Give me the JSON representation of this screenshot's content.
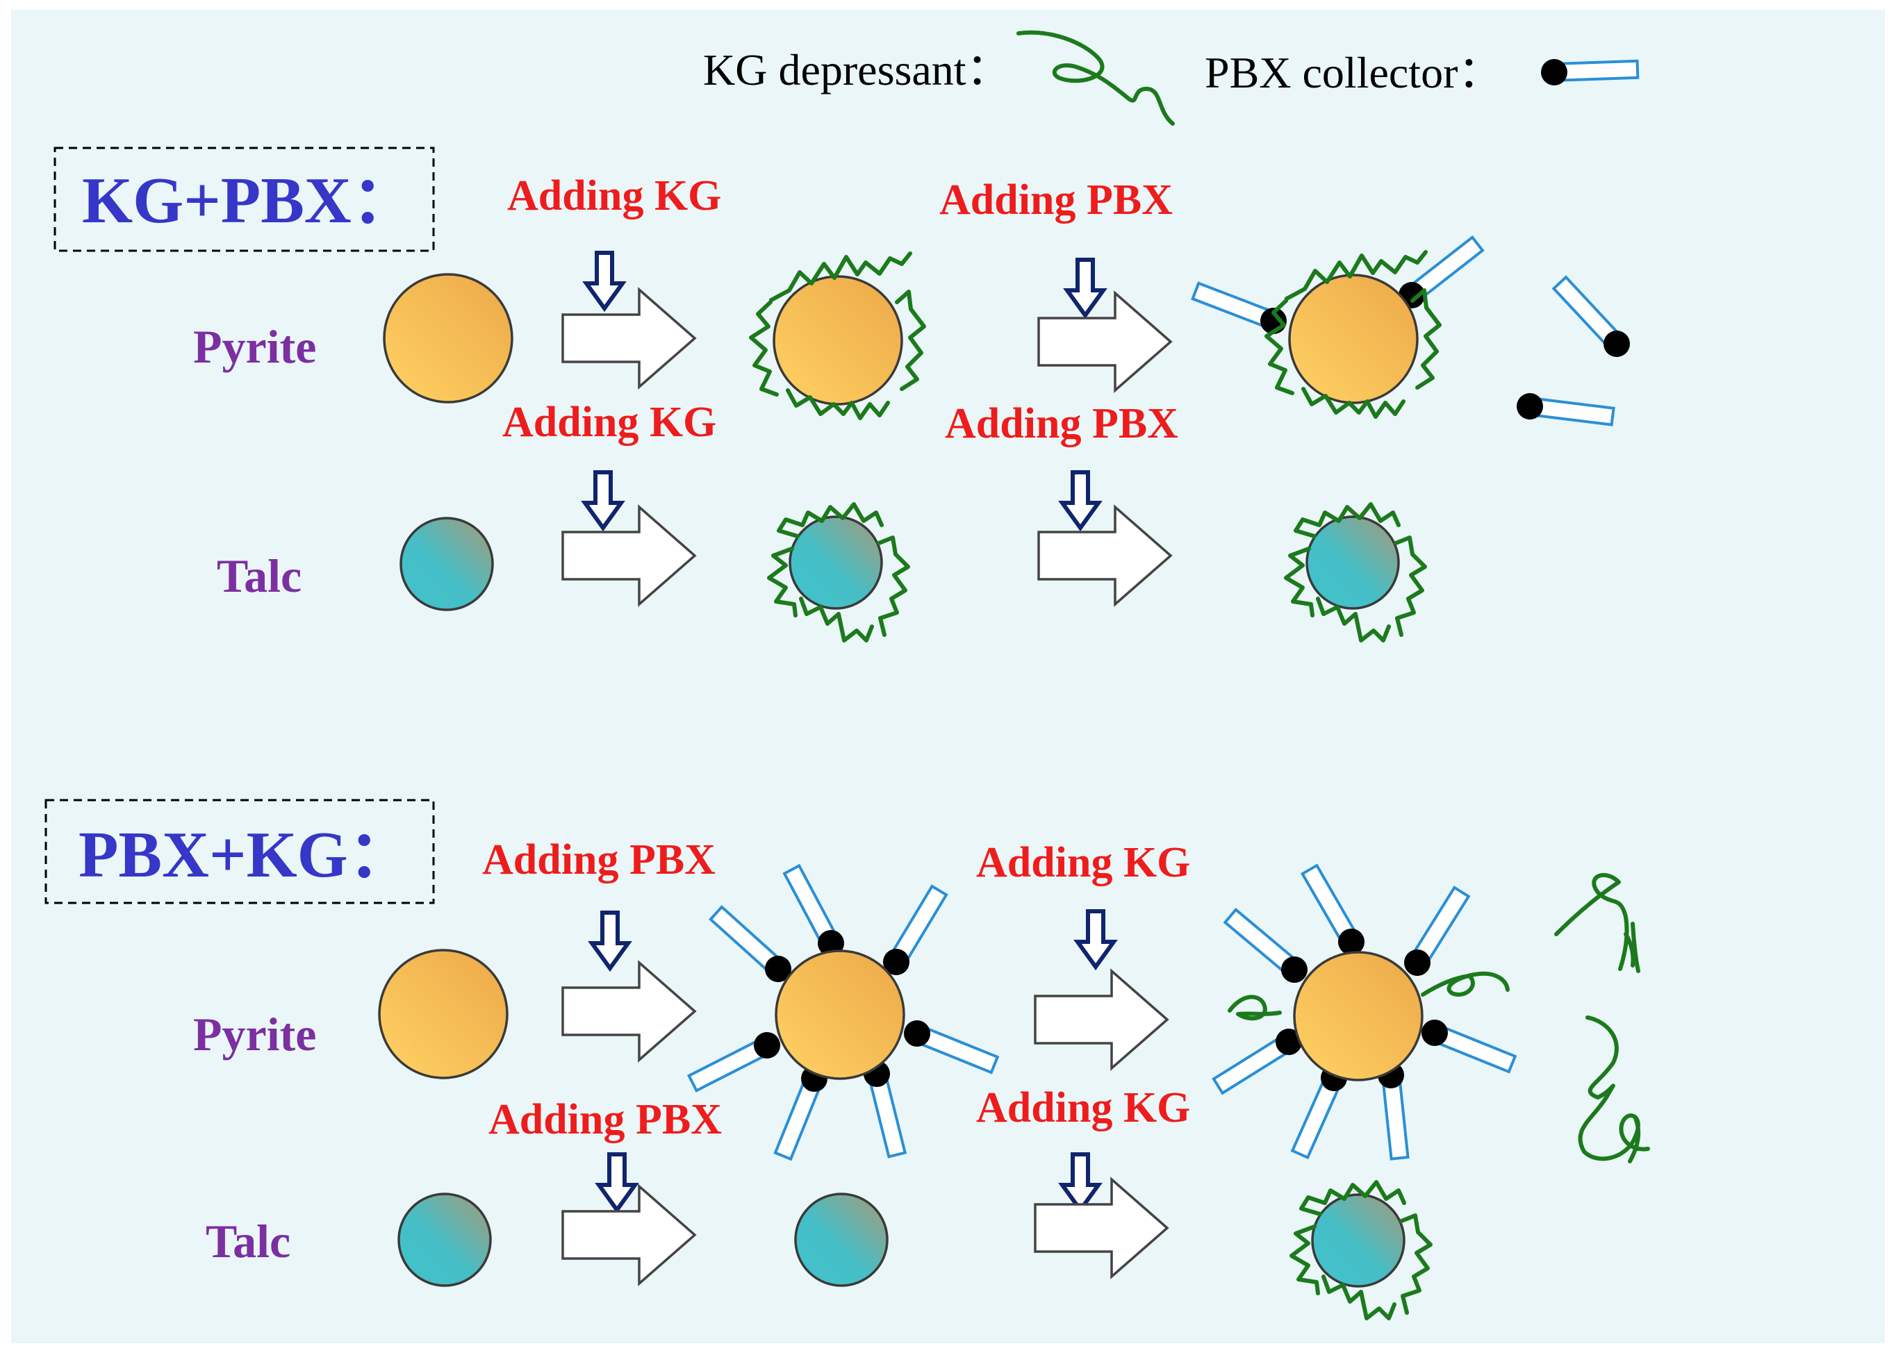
{
  "colors": {
    "background": "#eaf6f8",
    "panel_title": "#3636c8",
    "mineral_label": "#7b2fa0",
    "step_label": "#ee1c1c",
    "down_arrow": "#10256e",
    "depressant_strand": "#1c7a1c",
    "collector_tail": "#2a8fd6",
    "collector_head": "#000000",
    "pyrite_fill": [
      "#ffd263",
      "#eca849"
    ],
    "talc_fill": [
      "#42c3cc",
      "#a79a79"
    ]
  },
  "legend": {
    "depressant_label": "KG depressant：",
    "depressant_icon": "kg-depressant-strand",
    "collector_label": "PBX collector：",
    "collector_icon": "pbx-collector-molecule"
  },
  "panels": [
    {
      "title": "KG+PBX：",
      "rows": [
        {
          "mineral": "Pyrite",
          "step1": "Adding KG",
          "step2": "Adding PBX"
        },
        {
          "mineral": "Talc",
          "step1": "Adding KG",
          "step2": "Adding PBX"
        }
      ]
    },
    {
      "title": "PBX+KG：",
      "rows": [
        {
          "mineral": "Pyrite",
          "step1": "Adding PBX",
          "step2": "Adding KG"
        },
        {
          "mineral": "Talc",
          "step1": "Adding PBX",
          "step2": "Adding KG"
        }
      ]
    }
  ]
}
